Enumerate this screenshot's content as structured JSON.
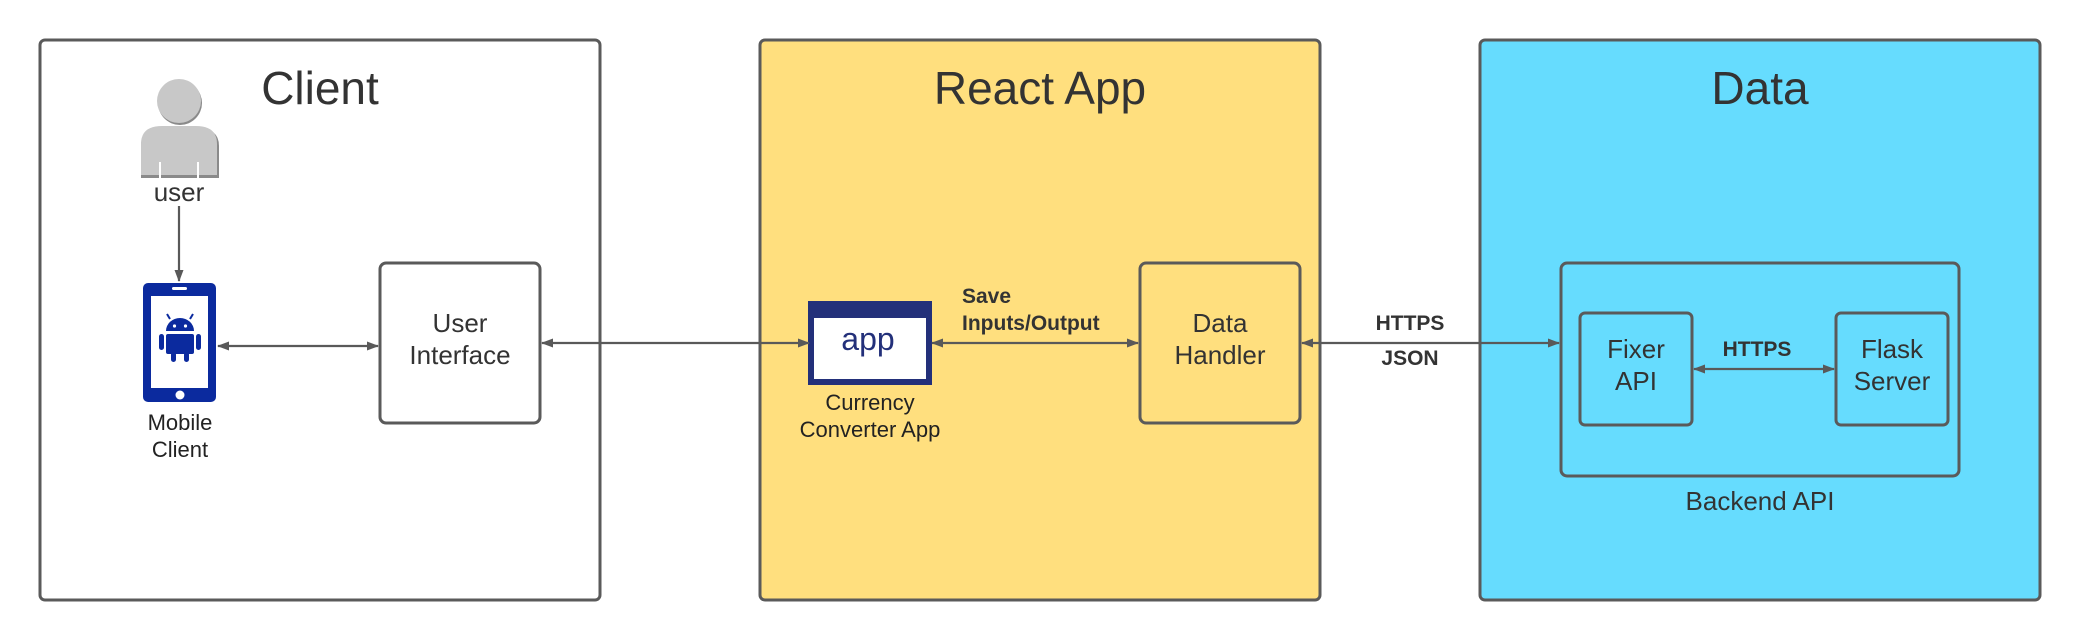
{
  "containers": {
    "client": {
      "title": "Client"
    },
    "react": {
      "title": "React App"
    },
    "data": {
      "title": "Data"
    }
  },
  "nodes": {
    "user": {
      "label": "user"
    },
    "mobile_client": {
      "label_line1": "Mobile",
      "label_line2": "Client"
    },
    "user_interface": {
      "label_line1": "User",
      "label_line2": "Interface"
    },
    "app": {
      "icon_text": "app",
      "label_line1": "Currency",
      "label_line2": "Converter App"
    },
    "data_handler": {
      "label_line1": "Data",
      "label_line2": "Handler"
    },
    "backend_api": {
      "label": "Backend API"
    },
    "fixer_api": {
      "label_line1": "Fixer",
      "label_line2": "API"
    },
    "flask_server": {
      "label_line1": "Flask",
      "label_line2": "Server"
    }
  },
  "edges": {
    "app_datahandler": {
      "label_line1": "Save",
      "label_line2": "Inputs/Output"
    },
    "datahandler_backend": {
      "label_line1": "HTTPS",
      "label_line2": "JSON"
    },
    "fixer_flask": {
      "label": "HTTPS"
    }
  },
  "colors": {
    "client_fill": "#ffffff",
    "react_fill": "#ffdf7e",
    "data_fill": "#66dcfe",
    "border": "#5a5a5a",
    "phone_blue": "#0b2a9e",
    "app_navy": "#23307a",
    "user_gray": "#c8c8c8"
  }
}
